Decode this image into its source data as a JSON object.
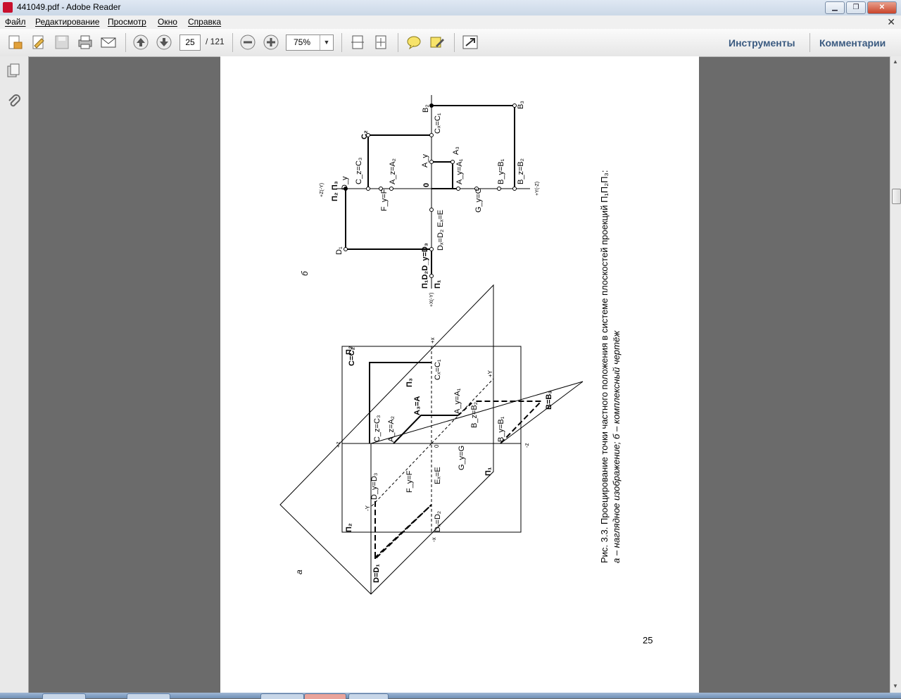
{
  "window": {
    "title": "441049.pdf - Adobe Reader"
  },
  "menu": [
    "Файл",
    "Редактирование",
    "Просмотр",
    "Окно",
    "Справка"
  ],
  "toolbar": {
    "page_current": "25",
    "page_total": "/ 121",
    "zoom": "75%",
    "tools_label": "Инструменты",
    "comments_label": "Комментарии"
  },
  "document": {
    "page_number": "25",
    "caption_line1": "Рис. 3.3. Проецирование точки частного положения в системе плоскостей проекций П₁П₂П₃:",
    "caption_line2": "а – наглядное изображение; б – комплексный чертёж",
    "label_a": "а",
    "label_b": "б",
    "diagram_a_labels": {
      "p2_top": "П₂",
      "p2_left": "П₂",
      "p3": "П₃",
      "p1": "П₁",
      "c_c2": "C=C₂",
      "cx_c1": "Cₓ=C₁",
      "cz_c3": "C_z=C₃",
      "az_a2": "A_z=A₂",
      "a3_a": "A₃=A",
      "ay_a1": "A_y=A₁",
      "bz_b2": "B_z=B₂",
      "b_b3": "B=B₃",
      "by_b1": "B_y=B₁",
      "gy_g": "G_y=G",
      "ex_e": "Eₓ=E",
      "fy_f": "F_y=F",
      "dy_d3": "D_y=D₃",
      "dx_d2": "Dₓ=D₂",
      "d_d1": "D=D₁",
      "zero": "0",
      "plus_z": "+z",
      "minus_z": "-z",
      "plus_x": "+x",
      "minus_x": "-x",
      "plus_y": "+Y",
      "minus_y": "-Y"
    },
    "diagram_b_labels": {
      "p2p3": "П₂ П₃",
      "p1": "П₁",
      "p1d2dy_d3": "П₁D₂D_y=D₃",
      "dy": "D_y",
      "d1": "D₁",
      "cz_c3": "C_z=C₃",
      "c2": "C₂",
      "fy_f": "F_y=F",
      "az_a2": "A_z=A₂",
      "zero": "0",
      "dx_d2_ex_e": "Dₓ=D₂ Eₓ=E",
      "ay": "A_y",
      "a3": "A₃",
      "ay_a1": "A_y=A₁",
      "gy_g": "G_y=G",
      "cx_c1": "Cₓ=C₁",
      "b2": "B₂",
      "b3": "B₃",
      "by_b1": "B_y=B₁",
      "bz_b2": "B_z=B₂",
      "plus_z_minus_y": "+Z(-Y)",
      "plus_x_minus_y": "+X(-Y)",
      "minus_y_z": "+Y(-Z)"
    }
  }
}
